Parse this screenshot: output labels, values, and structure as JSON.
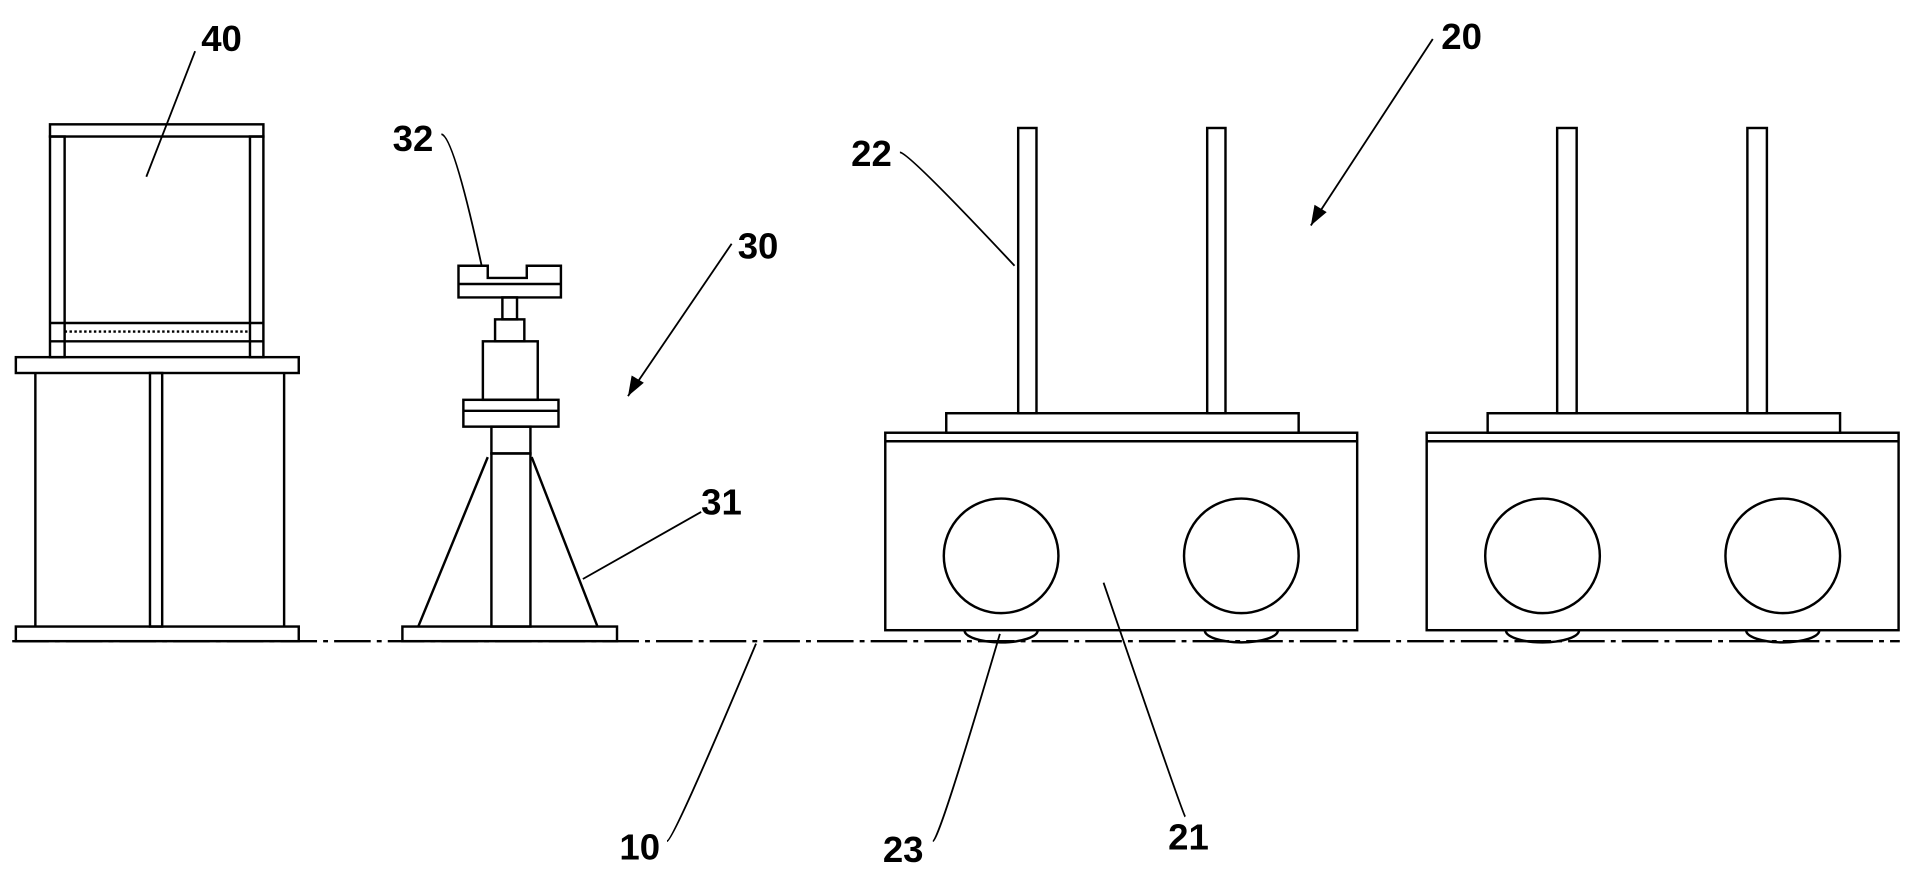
{
  "labels": {
    "ground": "10",
    "cart_assembly": "20",
    "cart_body": "21",
    "cart_post": "22",
    "wheel": "23",
    "jack_assembly": "30",
    "jack_stand": "31",
    "jack_head": "32",
    "frame": "40"
  }
}
